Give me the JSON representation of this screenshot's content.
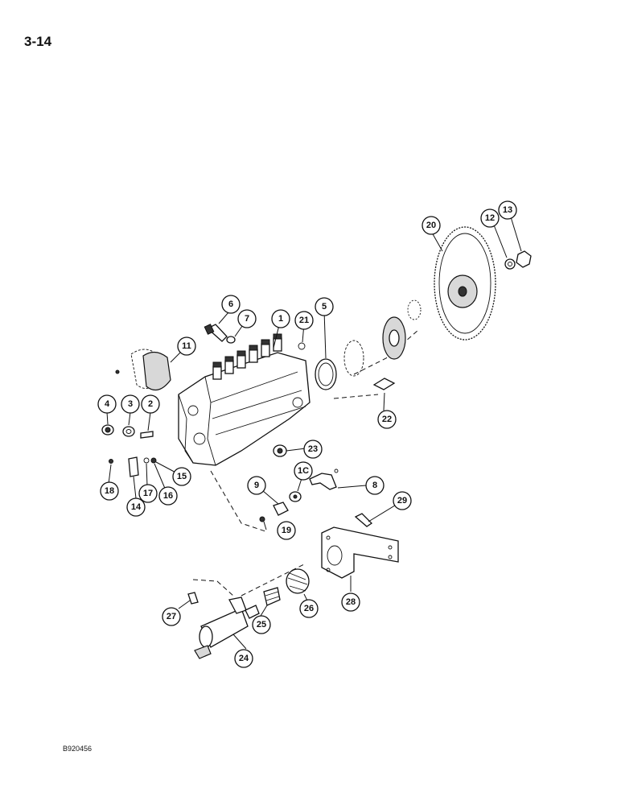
{
  "page": {
    "page_number": "3-14",
    "drawing_code": "B920456"
  },
  "callouts": [
    {
      "id": "1",
      "label": "1"
    },
    {
      "id": "2",
      "label": "2"
    },
    {
      "id": "3",
      "label": "3"
    },
    {
      "id": "4",
      "label": "4"
    },
    {
      "id": "5",
      "label": "5"
    },
    {
      "id": "6",
      "label": "6"
    },
    {
      "id": "7",
      "label": "7"
    },
    {
      "id": "8",
      "label": "8"
    },
    {
      "id": "9",
      "label": "9"
    },
    {
      "id": "10",
      "label": "1C"
    },
    {
      "id": "11",
      "label": "11"
    },
    {
      "id": "12",
      "label": "12"
    },
    {
      "id": "13",
      "label": "13"
    },
    {
      "id": "14",
      "label": "14"
    },
    {
      "id": "15",
      "label": "15"
    },
    {
      "id": "16",
      "label": "16"
    },
    {
      "id": "17",
      "label": "17"
    },
    {
      "id": "18",
      "label": "18"
    },
    {
      "id": "19",
      "label": "19"
    },
    {
      "id": "20",
      "label": "20"
    },
    {
      "id": "21",
      "label": "21"
    },
    {
      "id": "22",
      "label": "22"
    },
    {
      "id": "23",
      "label": "23"
    },
    {
      "id": "24",
      "label": "24"
    },
    {
      "id": "25",
      "label": "25"
    },
    {
      "id": "26",
      "label": "26"
    },
    {
      "id": "27",
      "label": "27"
    },
    {
      "id": "28",
      "label": "28"
    },
    {
      "id": "29",
      "label": "29"
    }
  ]
}
